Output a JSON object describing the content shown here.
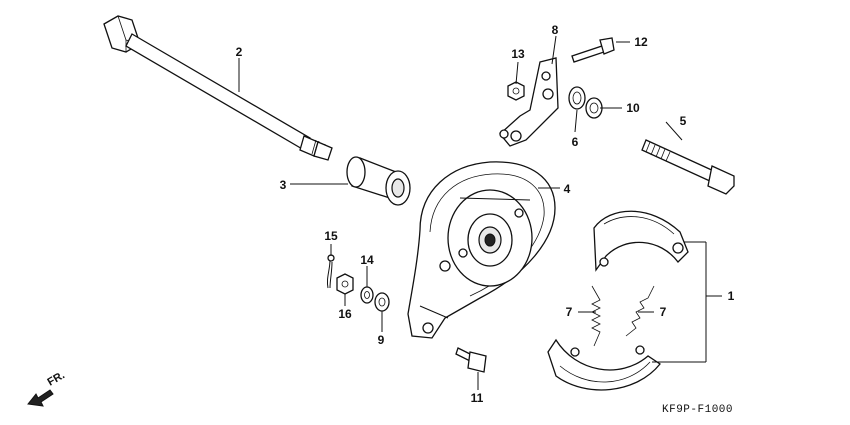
{
  "diagram": {
    "part_numbers": [
      "1",
      "2",
      "3",
      "4",
      "5",
      "6",
      "7",
      "8",
      "9",
      "10",
      "11",
      "12",
      "13",
      "14",
      "15",
      "16"
    ],
    "callouts": [
      {
        "id": "c1",
        "label": "1"
      },
      {
        "id": "c2",
        "label": "2"
      },
      {
        "id": "c3",
        "label": "3"
      },
      {
        "id": "c4",
        "label": "4"
      },
      {
        "id": "c5",
        "label": "5"
      },
      {
        "id": "c6",
        "label": "6"
      },
      {
        "id": "c7a",
        "label": "7"
      },
      {
        "id": "c7b",
        "label": "7"
      },
      {
        "id": "c8",
        "label": "8"
      },
      {
        "id": "c9",
        "label": "9"
      },
      {
        "id": "c10",
        "label": "10"
      },
      {
        "id": "c11",
        "label": "11"
      },
      {
        "id": "c12",
        "label": "12"
      },
      {
        "id": "c13",
        "label": "13"
      },
      {
        "id": "c14",
        "label": "14"
      },
      {
        "id": "c15",
        "label": "15"
      },
      {
        "id": "c16",
        "label": "16"
      }
    ],
    "direction_label": "FR.",
    "diagram_code": "KF9P-F1000"
  }
}
